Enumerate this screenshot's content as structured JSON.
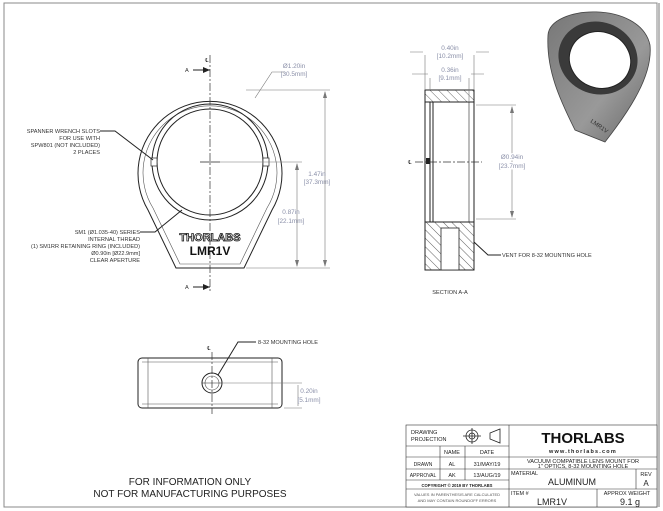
{
  "front_view": {
    "section_mark": "A",
    "centerline_mark": "℄",
    "diameter_dim": [
      "Ø1.20in",
      "[30.5mm]"
    ],
    "height_dim": [
      "1.47in",
      "[37.3mm]"
    ],
    "center_height_dim": [
      "0.87in",
      "[22.1mm]"
    ],
    "spanner_note": [
      "SPANNER WRENCH SLOTS",
      "FOR USE WITH",
      "SPW801 (NOT INCLUDED)",
      "2 PLACES"
    ],
    "thread_note": [
      "SM1 (Ø1.035-40) SERIES",
      "INTERNAL THREAD",
      "(1) SM1RR RETAINING RING (INCLUDED)",
      "Ø0.90in [Ø22.9mm]",
      "CLEAR APERTURE"
    ],
    "engraving_brand": "THORLABS",
    "engraving_part": "LMR1V"
  },
  "bottom_view": {
    "mounting_hole_note": "8-32 MOUNTING HOLE",
    "offset_dim": [
      "0.20in",
      "[5.1mm]"
    ]
  },
  "section_view": {
    "width_dim": [
      "0.40in",
      "[10.2mm]"
    ],
    "inner_width_dim": [
      "0.36in",
      "[9.1mm]"
    ],
    "bore_dim": [
      "Ø0.94in",
      "[23.7mm]"
    ],
    "vent_note": "VENT FOR 8-32 MOUNTING HOLE",
    "title": "SECTION A-A"
  },
  "disclaimer": [
    "FOR INFORMATION ONLY",
    "NOT FOR MANUFACTURING PURPOSES"
  ],
  "title_block": {
    "drawing_projection": [
      "DRAWING",
      "PROJECTION"
    ],
    "name_header": "NAME",
    "date_header": "DATE",
    "drawn_label": "DRAWN",
    "drawn_name": "AL",
    "drawn_date": "31/MAY/19",
    "approval_label": "APPROVAL",
    "approval_name": "AK",
    "approval_date": "13/AUG/19",
    "copyright": "COPYRIGHT © 2019 BY THORLABS",
    "values_note": [
      "VALUES IN PARENTHESIS ARE CALCULATED",
      "AND MAY CONTAIN ROUNDOFF ERRORS"
    ],
    "logo": "THORLABS",
    "website": "www.thorlabs.com",
    "description": [
      "VACUUM COMPATIBLE LENS MOUNT FOR",
      "1\" OPTICS, 8-32 MOUNTING HOLE"
    ],
    "material_label": "MATERIAL",
    "material": "ALUMINUM",
    "rev_label": "REV",
    "rev": "A",
    "item_label": "ITEM #",
    "item": "LMR1V",
    "weight_label": "APPROX WEIGHT",
    "weight": "9.1 g"
  }
}
